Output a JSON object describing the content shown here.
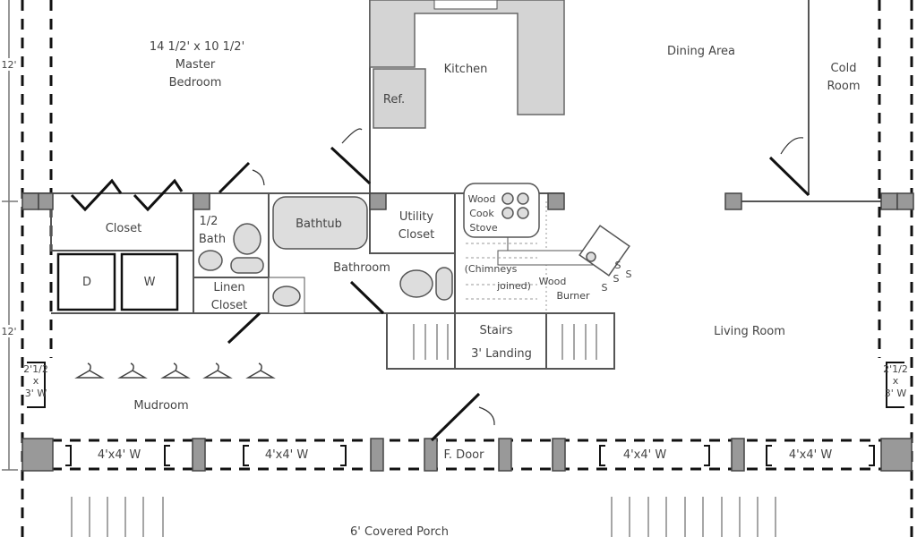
{
  "labels": {
    "dimension_master": "14 1/2' x 10 1/2'",
    "master": "Master",
    "bedroom": "Bedroom",
    "kitchen": "Kitchen",
    "ref": "Ref.",
    "dining": "Dining Area",
    "cold": "Cold",
    "room": "Room",
    "closet": "Closet",
    "half": "1/2",
    "bath": "Bath",
    "bathtub": "Bathtub",
    "utility": "Utility",
    "utility_closet": "Closet",
    "bathroom": "Bathroom",
    "dryer": "D",
    "washer": "W",
    "linen": "Linen",
    "linen_closet": "Closet",
    "wood": "Wood",
    "cook": "Cook",
    "stove": "Stove",
    "chimneys": "(Chimneys",
    "joined": "joined)",
    "wood_burner_1": "Wood",
    "wood_burner_2": "Burner",
    "stairs": "Stairs",
    "landing": "3' Landing",
    "living": "Living Room",
    "mudroom": "Mudroom",
    "window_side": [
      "2'1/2",
      "x",
      "3' W"
    ],
    "window_4x4": "4'x4' W",
    "front_door": "F. Door",
    "porch": "6' Covered Porch",
    "dim_12": "12'"
  }
}
